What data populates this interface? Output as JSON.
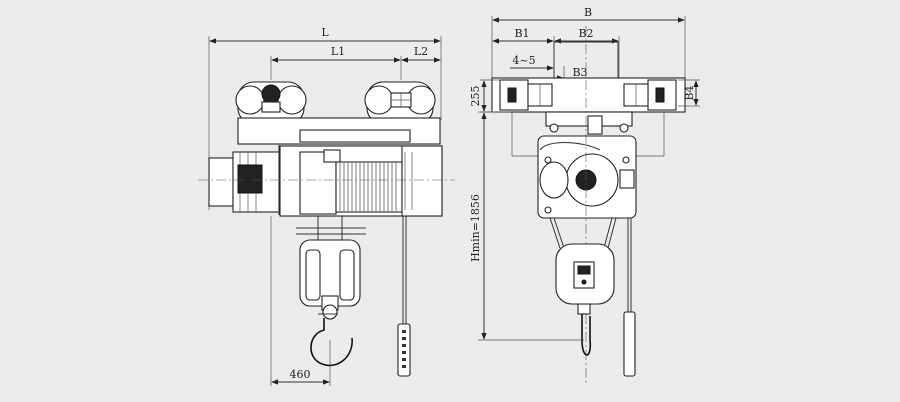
{
  "labels": {
    "L": "L",
    "L1": "L1",
    "L2": "L2",
    "dim_460": "460",
    "B": "B",
    "B1": "B1",
    "B2": "B2",
    "B3": "B3",
    "B4": "B4",
    "range_4_5": "4~5",
    "dim_255": "255",
    "hmin": "Hmin=1856"
  },
  "colors": {
    "background": "#ececec",
    "line": "#222222",
    "fill": "#ffffff"
  }
}
